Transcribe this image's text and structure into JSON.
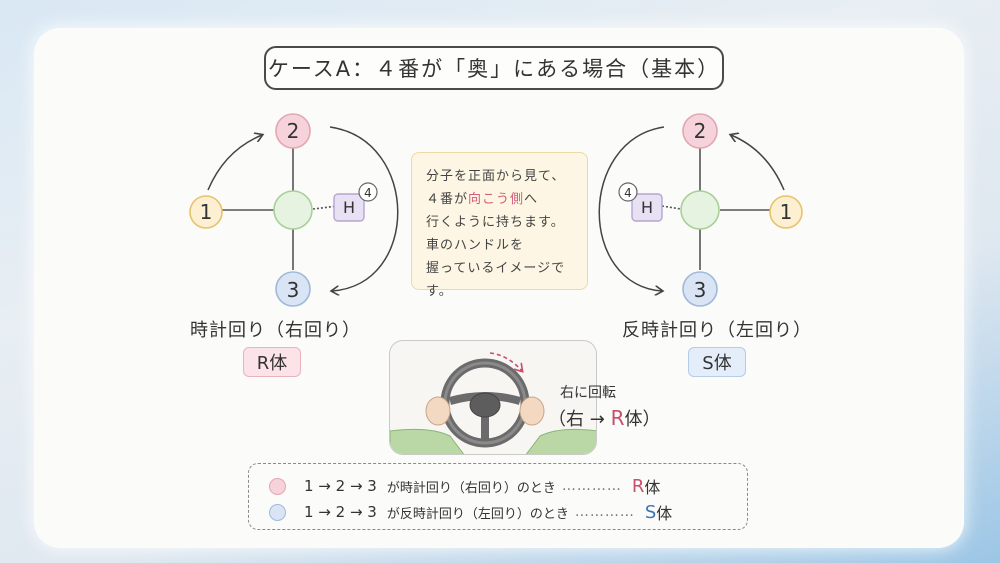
{
  "title": "ケースA：４番が「奥」にある場合（基本）",
  "left": {
    "n1": "1",
    "n2": "2",
    "n3": "3",
    "h": "H",
    "n4": "4",
    "caption": "時計回り（右回り）",
    "badge": "R体"
  },
  "right": {
    "n1": "1",
    "n2": "2",
    "n3": "3",
    "h": "H",
    "n4": "4",
    "caption": "反時計回り（左回り）",
    "badge": "S体"
  },
  "note": {
    "line1": "分子を正面から見て、",
    "line2_pre": "４番が",
    "line2_red": "向こう側",
    "line2_post": "へ",
    "line3": "行くように持ちます。",
    "line4": "車のハンドルを",
    "line5": "握っているイメージです。"
  },
  "wheel": {
    "turn_label": "右に回転",
    "paren_open": "（右",
    "arrow": "→",
    "r_letter": "R",
    "paren_close": "体）"
  },
  "legend": {
    "row1": {
      "seq": "1 → 2 → 3",
      "desc": "が時計回り（右回り）のとき",
      "dots": "…………",
      "letter": "R",
      "suffix": "体"
    },
    "row2": {
      "seq": "1 → 2 → 3",
      "desc": "が反時計回り（左回り）のとき",
      "dots": "…………",
      "letter": "S",
      "suffix": "体"
    }
  },
  "colors": {
    "pink": "#f6d3da",
    "pink_border": "#e3a6b3",
    "yellow": "#fdf0d2",
    "yellow_border": "#e7c36a",
    "blue": "#d9e5f5",
    "blue_border": "#9fb8da",
    "green": "#e6f3e0",
    "green_border": "#a9cf98",
    "purple": "#e8e0f3",
    "purple_border": "#b6a6cf"
  }
}
